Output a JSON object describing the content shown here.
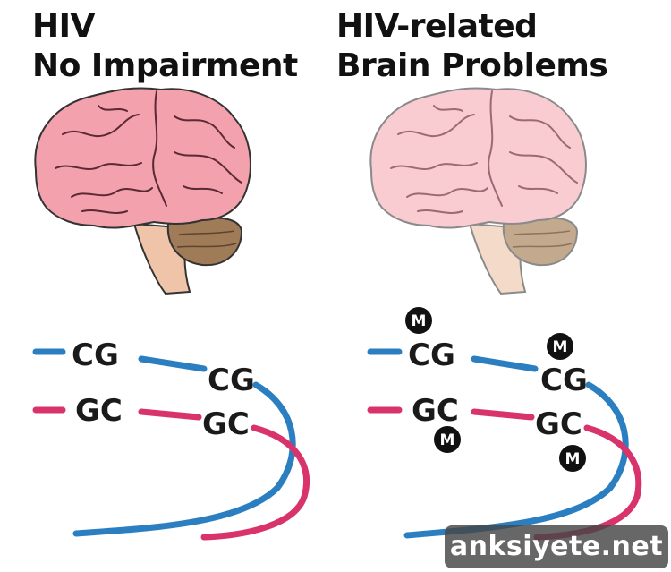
{
  "panels": {
    "left": {
      "title_line1": "HIV",
      "title_line2": "No Impairment"
    },
    "right": {
      "title_line1": "HIV-related",
      "title_line2": "Brain Problems"
    }
  },
  "dna": {
    "left": {
      "strand_top_start": "CG",
      "strand_top_end": "CG",
      "strand_bottom_start": "GC",
      "strand_bottom_end": "GC"
    },
    "right": {
      "strand_top_start": "CG",
      "strand_top_end": "CG",
      "strand_bottom_start": "GC",
      "strand_bottom_end": "GC",
      "methyl_mark": "M"
    }
  },
  "colors": {
    "blue_strand": "#2b7fc1",
    "red_strand": "#d8336a",
    "brain_healthy": "#f3a1ad",
    "brain_faded": "#f8ccd1",
    "cerebellum": "#a07b58",
    "stem": "#efc4a8"
  },
  "watermark": "anksiyete.net"
}
